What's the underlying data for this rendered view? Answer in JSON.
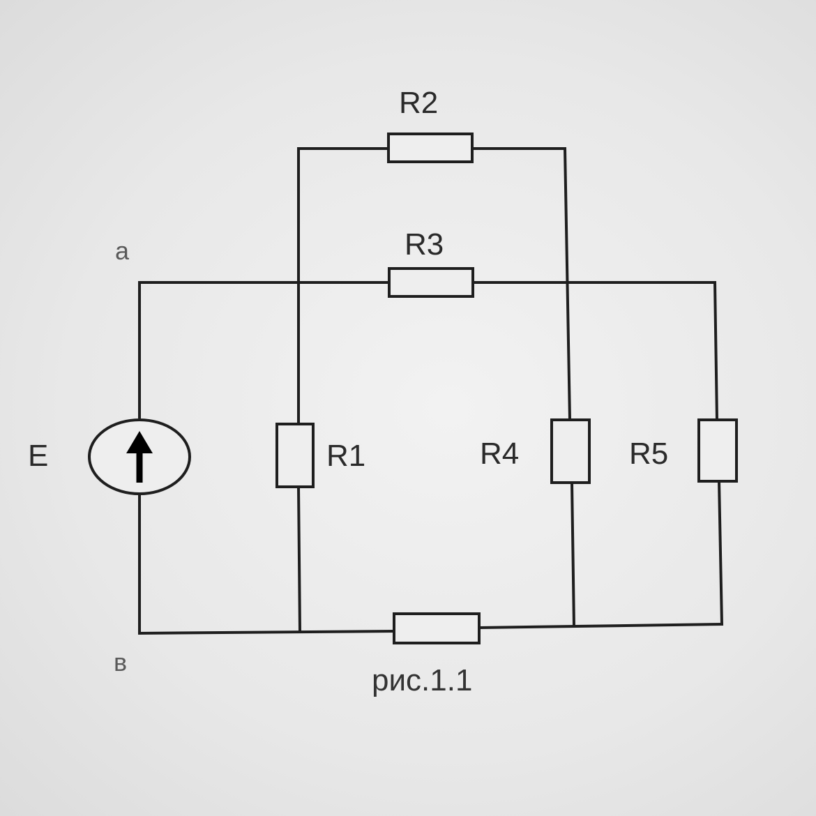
{
  "diagram": {
    "source_label": "E",
    "node_top": "a",
    "node_bottom": "в",
    "resistors": {
      "r1": "R1",
      "r2": "R2",
      "r3": "R3",
      "r4": "R4",
      "r5": "R5"
    },
    "caption": "рис.1.1",
    "colors": {
      "wire": "#1e1e1e",
      "background": "#eeeeee"
    }
  }
}
